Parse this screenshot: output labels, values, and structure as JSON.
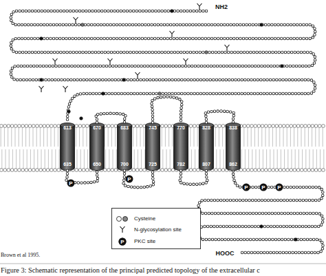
{
  "diagram": {
    "caption": "Figure 3: Schematic representation of the principal predicted topology of the extracellular c",
    "nodes": [
      {
        "text": [
          "613",
          "635"
        ]
      },
      {
        "text": [
          "670",
          "650"
        ]
      },
      {
        "text": [
          "683",
          "700"
        ]
      },
      {
        "text": [
          "745",
          "725"
        ]
      },
      {
        "text": [
          "770",
          "782"
        ]
      },
      {
        "text": [
          "828",
          "807"
        ]
      },
      {
        "text": [
          "838",
          "862"
        ]
      }
    ],
    "edges": [
      {
        "from": 0,
        "to": 1,
        "arrow": "none"
      },
      {
        "from": 1,
        "to": 2,
        "arrow": "none"
      },
      {
        "from": 2,
        "to": 3,
        "arrow": "none"
      },
      {
        "from": 3,
        "to": 4,
        "arrow": "none"
      },
      {
        "from": 4,
        "to": 5,
        "arrow": "none"
      },
      {
        "from": 5,
        "to": 6,
        "arrow": "none"
      }
    ],
    "labels": [
      "NH2",
      "P",
      "P",
      "P",
      "P",
      "P",
      "P",
      "HOOC",
      "Brown et al 1995."
    ],
    "legend": [
      {
        "text": "Cysteine"
      },
      {
        "text": "N-glycosylation site"
      },
      {
        "text": "PKC site"
      }
    ]
  }
}
